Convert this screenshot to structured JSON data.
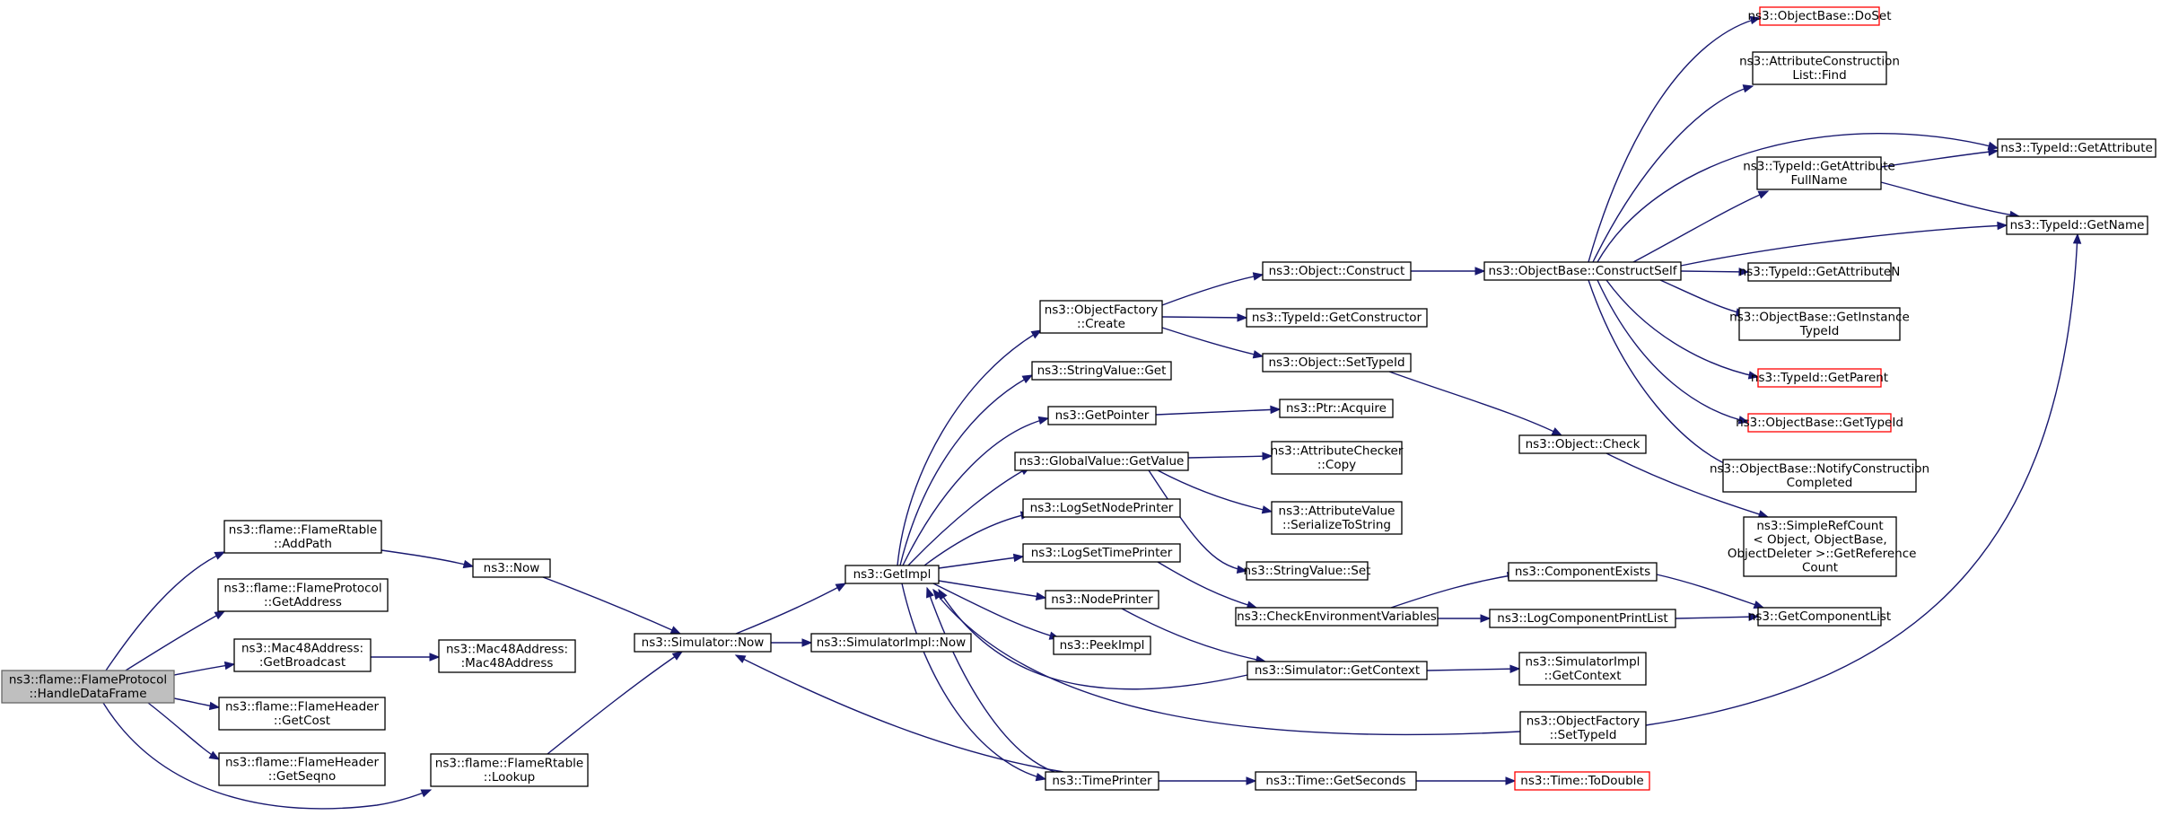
{
  "nodes": [
    {
      "id": "root",
      "label": "ns3::flame::FlameProtocol\n::HandleDataFrame",
      "root": true
    },
    {
      "id": "addpath",
      "label": "ns3::flame::FlameRtable\n::AddPath"
    },
    {
      "id": "fpgetaddr",
      "label": "ns3::flame::FlameProtocol\n::GetAddress"
    },
    {
      "id": "getbcast",
      "label": "ns3::Mac48Address:\n:GetBroadcast"
    },
    {
      "id": "getcost",
      "label": "ns3::flame::FlameHeader\n::GetCost"
    },
    {
      "id": "getseqno",
      "label": "ns3::flame::FlameHeader\n::GetSeqno"
    },
    {
      "id": "lookup",
      "label": "ns3::flame::FlameRtable\n::Lookup"
    },
    {
      "id": "now",
      "label": "ns3::Now"
    },
    {
      "id": "mac48",
      "label": "ns3::Mac48Address:\n:Mac48Address"
    },
    {
      "id": "simnow",
      "label": "ns3::Simulator::Now"
    },
    {
      "id": "simimplnow",
      "label": "ns3::SimulatorImpl::Now"
    },
    {
      "id": "getimpl",
      "label": "ns3::GetImpl"
    },
    {
      "id": "ofcreate",
      "label": "ns3::ObjectFactory\n::Create"
    },
    {
      "id": "svget",
      "label": "ns3::StringValue::Get"
    },
    {
      "id": "getpointer",
      "label": "ns3::GetPointer"
    },
    {
      "id": "gvgetvalue",
      "label": "ns3::GlobalValue::GetValue"
    },
    {
      "id": "logsetnode",
      "label": "ns3::LogSetNodePrinter"
    },
    {
      "id": "logsettime",
      "label": "ns3::LogSetTimePrinter"
    },
    {
      "id": "nodeprinter",
      "label": "ns3::NodePrinter"
    },
    {
      "id": "peekimpl",
      "label": "ns3::PeekImpl"
    },
    {
      "id": "timeprinter",
      "label": "ns3::TimePrinter"
    },
    {
      "id": "objconstruct",
      "label": "ns3::Object::Construct"
    },
    {
      "id": "tidgetctor",
      "label": "ns3::TypeId::GetConstructor"
    },
    {
      "id": "objsettid",
      "label": "ns3::Object::SetTypeId"
    },
    {
      "id": "ptracquire",
      "label": "ns3::Ptr::Acquire"
    },
    {
      "id": "accopy",
      "label": "ns3::AttributeChecker\n::Copy"
    },
    {
      "id": "avser",
      "label": "ns3::AttributeValue\n::SerializeToString"
    },
    {
      "id": "svset",
      "label": "ns3::StringValue::Set"
    },
    {
      "id": "checkenv",
      "label": "ns3::CheckEnvironmentVariables"
    },
    {
      "id": "simgetctx",
      "label": "ns3::Simulator::GetContext"
    },
    {
      "id": "timegetsec",
      "label": "ns3::Time::GetSeconds"
    },
    {
      "id": "obconstructself",
      "label": "ns3::ObjectBase::ConstructSelf"
    },
    {
      "id": "objcheck",
      "label": "ns3::Object::Check"
    },
    {
      "id": "compexists",
      "label": "ns3::ComponentExists"
    },
    {
      "id": "logcompprint",
      "label": "ns3::LogComponentPrintList"
    },
    {
      "id": "simimplgetctx",
      "label": "ns3::SimulatorImpl\n::GetContext"
    },
    {
      "id": "ofsettid",
      "label": "ns3::ObjectFactory\n::SetTypeId"
    },
    {
      "id": "timetodouble",
      "label": "ns3::Time::ToDouble",
      "red": true
    },
    {
      "id": "obdoset",
      "label": "ns3::ObjectBase::DoSet",
      "red": true
    },
    {
      "id": "aclfind",
      "label": "ns3::AttributeConstruction\nList::Find"
    },
    {
      "id": "tidgetattrfull",
      "label": "ns3::TypeId::GetAttribute\nFullName"
    },
    {
      "id": "tidgetattrn",
      "label": "ns3::TypeId::GetAttributeN"
    },
    {
      "id": "obgetinst",
      "label": "ns3::ObjectBase::GetInstance\nTypeId"
    },
    {
      "id": "tidgetparent",
      "label": "ns3::TypeId::GetParent",
      "red": true
    },
    {
      "id": "obgettid",
      "label": "ns3::ObjectBase::GetTypeId",
      "red": true
    },
    {
      "id": "obnotify",
      "label": "ns3::ObjectBase::NotifyConstruction\nCompleted"
    },
    {
      "id": "simplerefcount",
      "label": "ns3::SimpleRefCount\n< Object, ObjectBase,\n ObjectDeleter >::GetReference\nCount"
    },
    {
      "id": "getcomplist",
      "label": "ns3::GetComponentList"
    },
    {
      "id": "tidgetattr",
      "label": "ns3::TypeId::GetAttribute"
    },
    {
      "id": "tidgetname",
      "label": "ns3::TypeId::GetName"
    }
  ]
}
